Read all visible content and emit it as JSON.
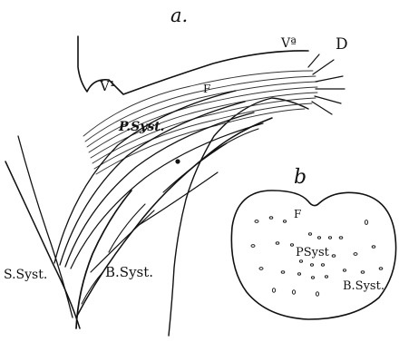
{
  "panel_a": {
    "letter": "a.",
    "labels": {
      "v1": "V¹",
      "va": "Vª",
      "d": "D",
      "f": "F",
      "p_syst": "P.Syst.",
      "s_syst": "S.Syst.",
      "b_syst": "B.Syst."
    }
  },
  "panel_b": {
    "letter": "b",
    "labels": {
      "f": "F",
      "p_syst": "PSyst",
      "b_syst": "B.Syst."
    }
  }
}
